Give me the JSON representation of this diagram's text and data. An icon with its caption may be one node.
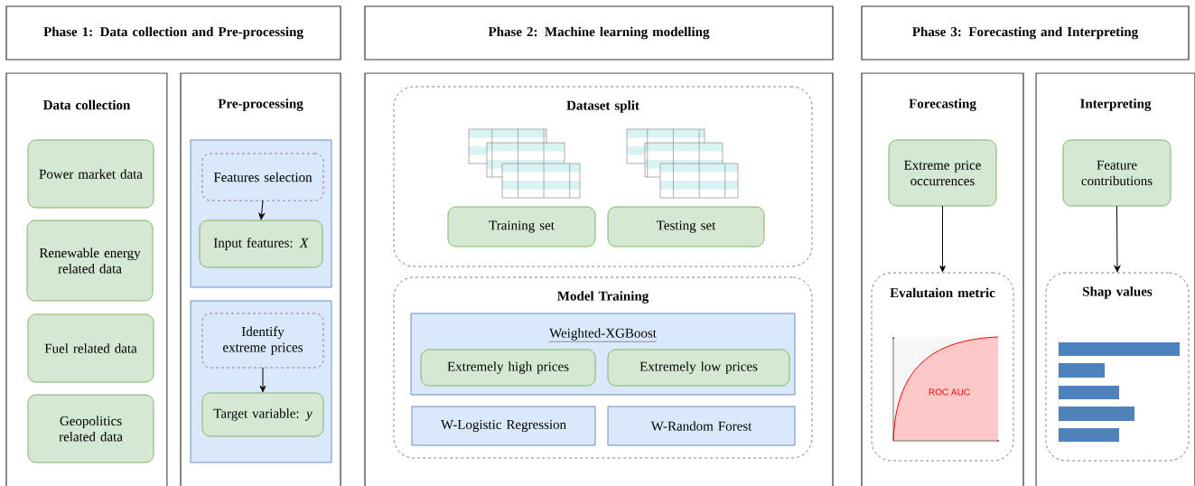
{
  "diagram": {
    "nodes": [
      {
        "text": [
          "Phase 1: Data collection and Pre-processing"
        ]
      },
      {
        "text": [
          "Phase 2: Machine learning modelling"
        ]
      },
      {
        "text": [
          "Phase 3: Forecasting and Interpreting"
        ]
      },
      {
        "text": [
          "Data collection"
        ]
      },
      {
        "text": [
          "Power market data"
        ],
        "in": 3
      },
      {
        "text": [
          "Renewable energy related data"
        ],
        "in": 3
      },
      {
        "text": [
          "Fuel related data"
        ],
        "in": 3
      },
      {
        "text": [
          "Geopolitics related data"
        ],
        "in": 3
      },
      {
        "text": [
          "Pre-processing"
        ]
      },
      {
        "text": [],
        "shape": "box",
        "in": 8
      },
      {
        "text": [
          "Features selection"
        ],
        "in": 9
      },
      {
        "text": [
          "Input features: *X*"
        ],
        "in": 9
      },
      {
        "text": [],
        "shape": "box",
        "in": 8
      },
      {
        "text": [
          "Identify extreme prices"
        ],
        "in": 12
      },
      {
        "text": [
          "Target variable: *y*"
        ],
        "in": 12
      },
      {
        "text": [],
        "shape": "box"
      },
      {
        "text": [
          "Dataset split"
        ],
        "in": 15
      },
      {
        "text": [
          "Training set"
        ],
        "in": 16
      },
      {
        "text": [
          "Testing set"
        ],
        "in": 16
      },
      {
        "text": [
          "Model Training"
        ],
        "in": 15
      },
      {
        "text": [
          "Weighted-XGBoost"
        ],
        "in": 19
      },
      {
        "text": [
          "Extremely high prices"
        ],
        "in": 20
      },
      {
        "text": [
          "Extremely low prices"
        ],
        "in": 20
      },
      {
        "text": [
          "W-Logistic Regression"
        ],
        "in": 19
      },
      {
        "text": [
          "W-Random Forest"
        ],
        "in": 19
      },
      {
        "text": [
          "Forecasting"
        ]
      },
      {
        "text": [
          "Extreme price occurrences"
        ],
        "in": 25
      },
      {
        "text": [
          "Evalutaion metric"
        ],
        "in": 25
      },
      {
        "text": [
          "Interpreting"
        ]
      },
      {
        "text": [
          "Feature contributions"
        ],
        "in": 28
      },
      {
        "text": [
          "Shap values"
        ],
        "in": 28
      }
    ],
    "edges": [
      {
        "from": 10,
        "to": 11,
        "arrow": "to"
      },
      {
        "from": 13,
        "to": 14,
        "arrow": "to"
      },
      {
        "from": 26,
        "to": 27,
        "arrow": "to"
      },
      {
        "from": 29,
        "to": 30,
        "arrow": "to"
      }
    ],
    "labels": [
      "ROC AUC"
    ]
  }
}
